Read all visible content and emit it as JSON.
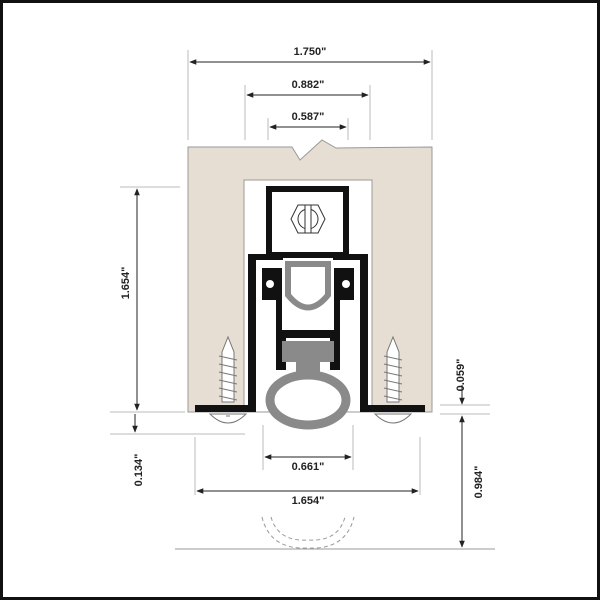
{
  "colors": {
    "door": "#e6ddd3",
    "housing": "#111111",
    "gasket": "#8a8a8a",
    "extension_line": "#bbbbbb"
  },
  "dimensions": {
    "overall_width": "1.750\"",
    "cavity_width": "0.882\"",
    "housing_width": "0.587\"",
    "mortise_height": "1.654\"",
    "flange_thickness": "0.059\"",
    "retracted_gap": "0.134\"",
    "seal_width": "0.661\"",
    "flange_width": "1.654\"",
    "drop": "0.984\""
  }
}
